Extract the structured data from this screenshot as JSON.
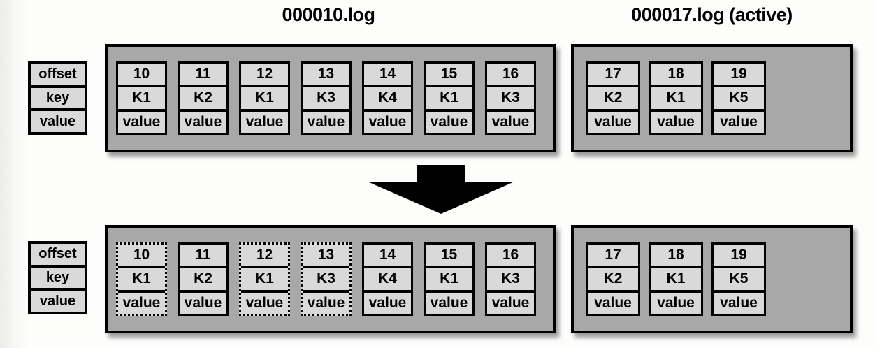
{
  "header": {
    "segment_title": "000010.log",
    "active_title": "000017.log (active)"
  },
  "fields": [
    "offset",
    "key",
    "value"
  ],
  "before": {
    "segment": {
      "records": [
        {
          "offset": "10",
          "key": "K1",
          "value": "value",
          "stale": false
        },
        {
          "offset": "11",
          "key": "K2",
          "value": "value",
          "stale": false
        },
        {
          "offset": "12",
          "key": "K1",
          "value": "value",
          "stale": false
        },
        {
          "offset": "13",
          "key": "K3",
          "value": "value",
          "stale": false
        },
        {
          "offset": "14",
          "key": "K4",
          "value": "value",
          "stale": false
        },
        {
          "offset": "15",
          "key": "K1",
          "value": "value",
          "stale": false
        },
        {
          "offset": "16",
          "key": "K3",
          "value": "value",
          "stale": false
        }
      ]
    },
    "active": {
      "records": [
        {
          "offset": "17",
          "key": "K2",
          "value": "value",
          "stale": false
        },
        {
          "offset": "18",
          "key": "K1",
          "value": "value",
          "stale": false
        },
        {
          "offset": "19",
          "key": "K5",
          "value": "value",
          "stale": false
        }
      ]
    }
  },
  "after": {
    "segment": {
      "records": [
        {
          "offset": "10",
          "key": "K1",
          "value": "value",
          "stale": true
        },
        {
          "offset": "11",
          "key": "K2",
          "value": "value",
          "stale": false
        },
        {
          "offset": "12",
          "key": "K1",
          "value": "value",
          "stale": true
        },
        {
          "offset": "13",
          "key": "K3",
          "value": "value",
          "stale": true
        },
        {
          "offset": "14",
          "key": "K4",
          "value": "value",
          "stale": false
        },
        {
          "offset": "15",
          "key": "K1",
          "value": "value",
          "stale": false
        },
        {
          "offset": "16",
          "key": "K3",
          "value": "value",
          "stale": false
        }
      ]
    },
    "active": {
      "records": [
        {
          "offset": "17",
          "key": "K2",
          "value": "value",
          "stale": false
        },
        {
          "offset": "18",
          "key": "K1",
          "value": "value",
          "stale": false
        },
        {
          "offset": "19",
          "key": "K5",
          "value": "value",
          "stale": false
        }
      ]
    }
  },
  "arrow": {
    "direction": "down"
  },
  "colors": {
    "box_fill": "#a8a8a8",
    "cell_fill": "#d9d9d9",
    "line": "#000000",
    "background": "#fdfdfc"
  }
}
